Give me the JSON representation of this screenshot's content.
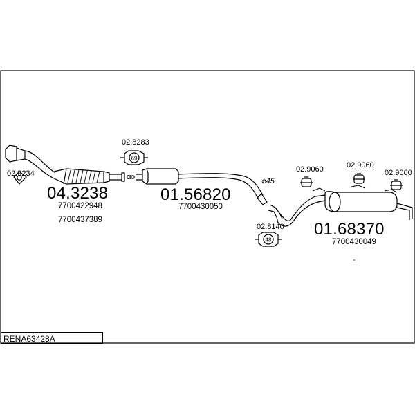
{
  "parts": {
    "downpipe_number": "04.3238",
    "downpipe_oem_1": "7700422948",
    "downpipe_oem_2": "7700437389",
    "middle_number": "01.56820",
    "middle_oem": "7700430050",
    "rear_number": "01.68370",
    "rear_oem": "7700430049"
  },
  "fittings": {
    "gasket": "02.9234",
    "clamp_middle": "02.8283",
    "clamp_middle_size": "69",
    "clamp_rear": "02.8140",
    "clamp_rear_size": "48",
    "hanger_1": "02.9060",
    "hanger_2": "02.9060",
    "hanger_3": "02.9060"
  },
  "diameter": "⌀45",
  "reference": "RENA63428A",
  "colors": {
    "line": "#000000",
    "background": "#ffffff"
  }
}
